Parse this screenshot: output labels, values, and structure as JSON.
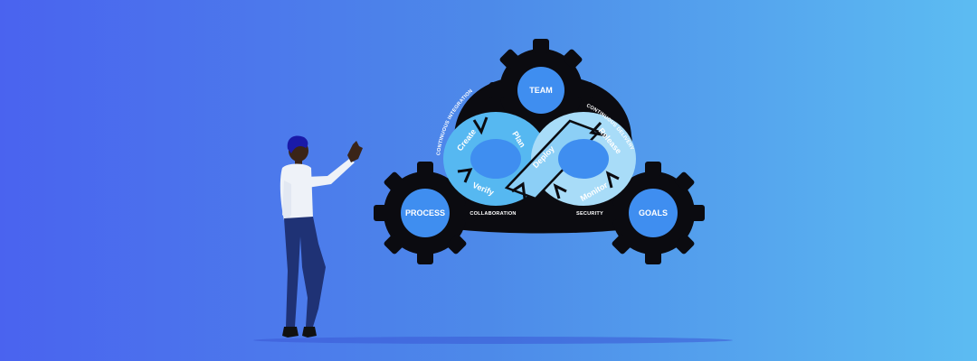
{
  "colors": {
    "background_left": "#4a63ef",
    "background_right": "#5cbcf2",
    "gear_body": "#0b0b10",
    "gear_center": "#3f8ef0",
    "loop_light": "#a8dcf8",
    "loop_mid": "#56b8f1",
    "loop_hole": "#3f8ef0"
  },
  "gears": {
    "team": "TEAM",
    "process": "PROCESS",
    "goals": "GOALS"
  },
  "ring_labels": {
    "continuous_integration": "CONTINUOUS INTEGRATION",
    "continuous_delivery": "CONTINUOUS DELIVERY",
    "collaboration": "COLLABORATION",
    "security": "SECURITY"
  },
  "loop_stages": {
    "create": "Create",
    "plan": "Plan",
    "deploy": "Deploy",
    "release": "Release",
    "monitor": "Monitor",
    "verify": "Verify"
  },
  "person": {
    "hair_color": "#1a1aa8",
    "shirt_color": "#eef2f8",
    "pants_color": "#1f3275",
    "skin_color": "#3a2418"
  }
}
